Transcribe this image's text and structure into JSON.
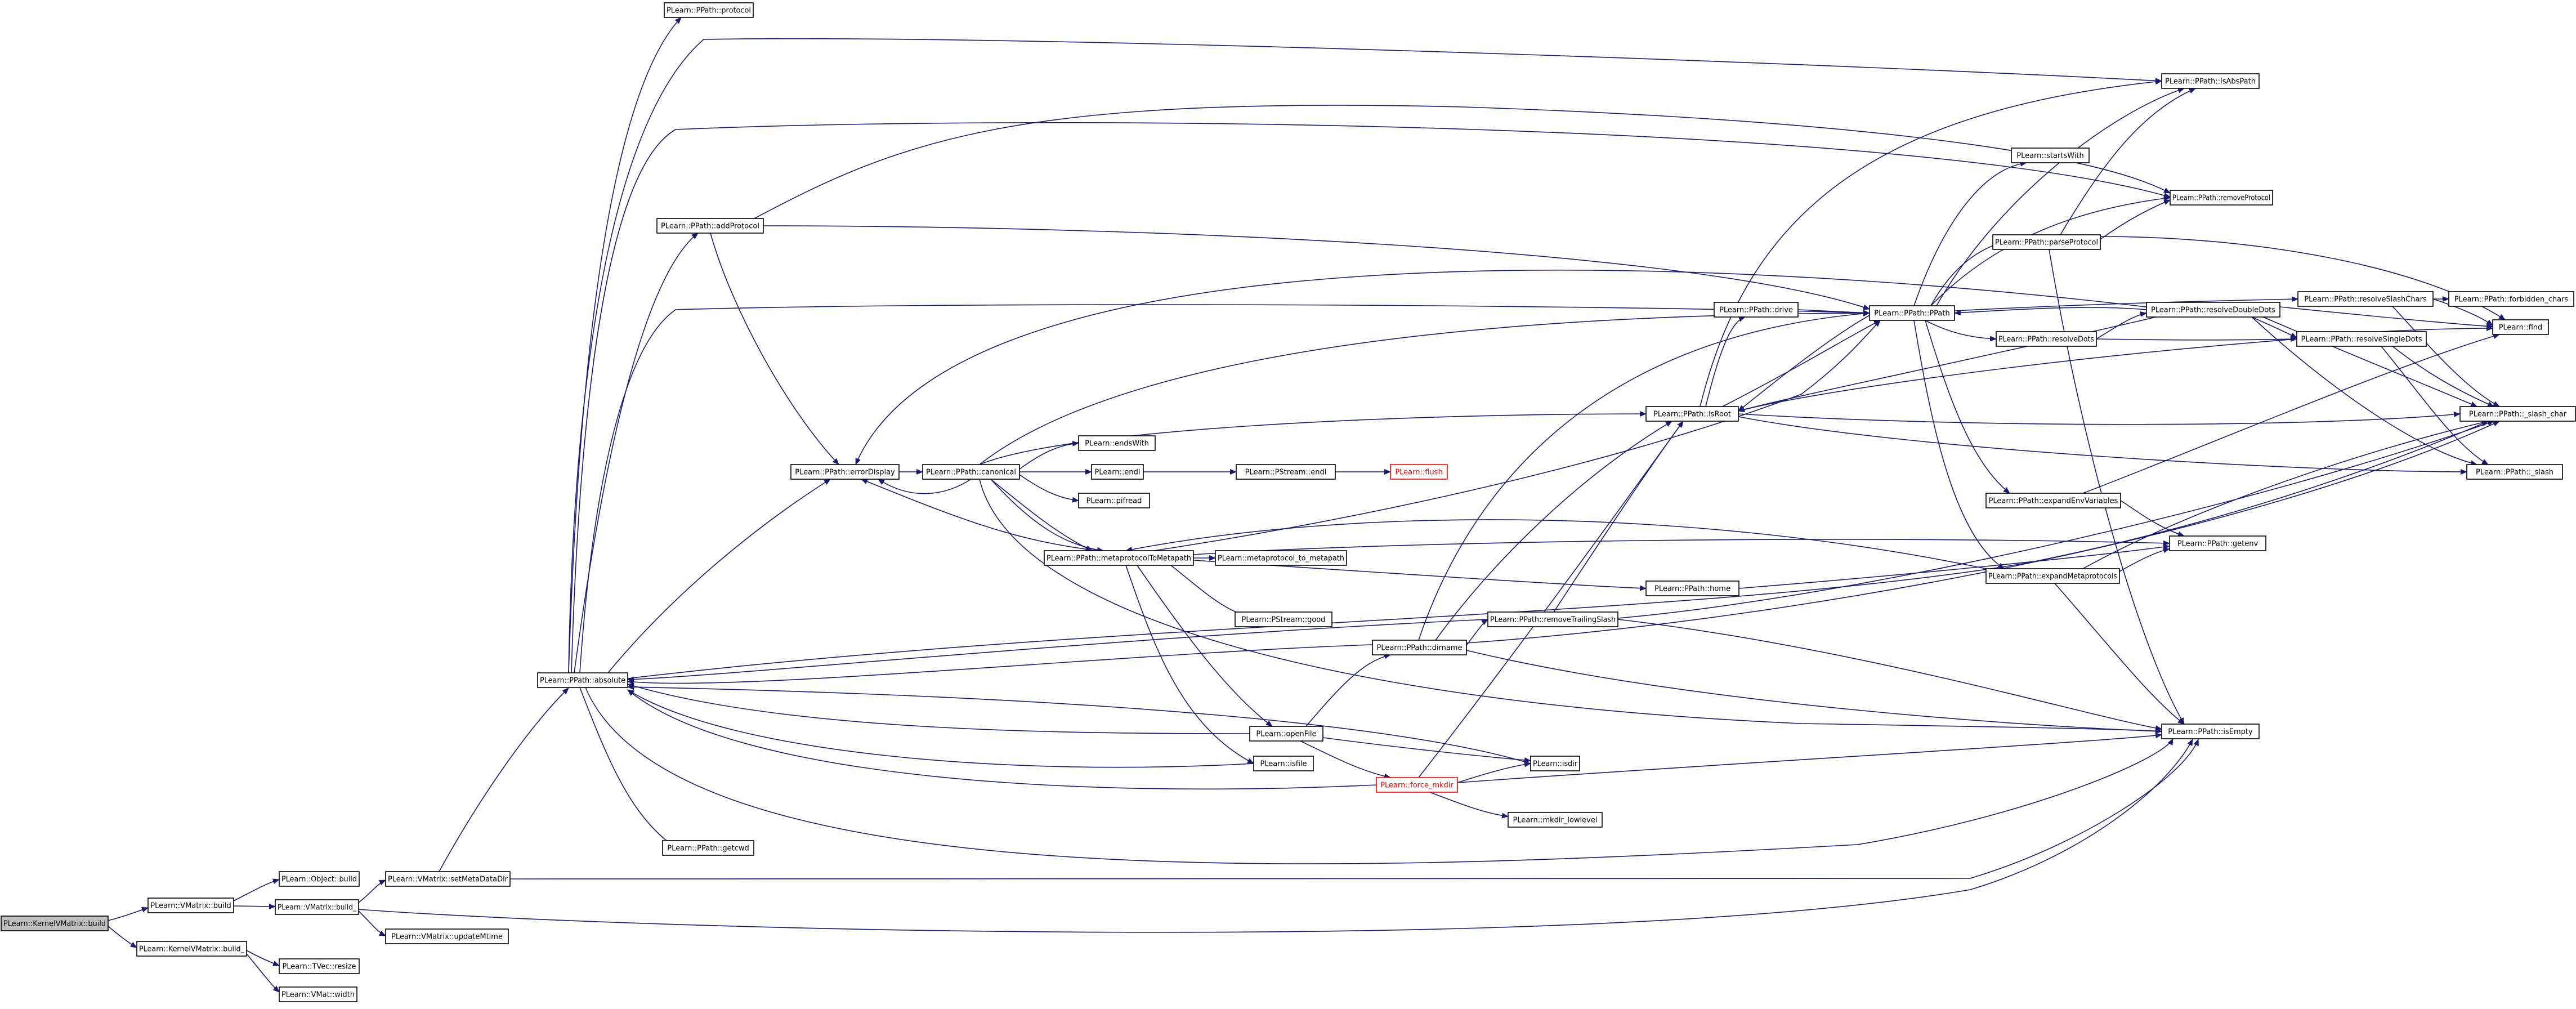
{
  "graph": {
    "nodes": [
      {
        "id": "n1",
        "label": "PLearn::KernelVMatrix::build",
        "style": "root"
      },
      {
        "id": "n2",
        "label": "PLearn::VMatrix::build"
      },
      {
        "id": "n3",
        "label": "PLearn::KernelVMatrix::build_"
      },
      {
        "id": "n4",
        "label": "PLearn::Object::build"
      },
      {
        "id": "n5",
        "label": "PLearn::VMatrix::build_"
      },
      {
        "id": "n6",
        "label": "PLearn::TVec::resize"
      },
      {
        "id": "n7",
        "label": "PLearn::VMat::width"
      },
      {
        "id": "n8",
        "label": "PLearn::VMatrix::setMetaDataDir"
      },
      {
        "id": "n9",
        "label": "PLearn::VMatrix::updateMtime"
      },
      {
        "id": "n10",
        "label": "PLearn::PPath::absolute"
      },
      {
        "id": "n11",
        "label": "PLearn::PPath::protocol"
      },
      {
        "id": "n12",
        "label": "PLearn::PPath::addProtocol"
      },
      {
        "id": "n13",
        "label": "PLearn::PPath::errorDisplay"
      },
      {
        "id": "n14",
        "label": "PLearn::PPath::getcwd"
      },
      {
        "id": "n15",
        "label": "PLearn::PPath::canonical"
      },
      {
        "id": "n16",
        "label": "PLearn::endsWith"
      },
      {
        "id": "n17",
        "label": "PLearn::endl"
      },
      {
        "id": "n18",
        "label": "PLearn::pifread"
      },
      {
        "id": "n19",
        "label": "PLearn::PPath::metaprotocolToMetapath"
      },
      {
        "id": "n20",
        "label": "PLearn::PStream::endl"
      },
      {
        "id": "n21",
        "label": "PLearn::flush",
        "style": "red"
      },
      {
        "id": "n22",
        "label": "PLearn::metaprotocol_to_metapath"
      },
      {
        "id": "n23",
        "label": "PLearn::PStream::good"
      },
      {
        "id": "n24",
        "label": "PLearn::openFile"
      },
      {
        "id": "n25",
        "label": "PLearn::isfile"
      },
      {
        "id": "n26",
        "label": "PLearn::PPath::dirname"
      },
      {
        "id": "n27",
        "label": "PLearn::force_mkdir",
        "style": "red"
      },
      {
        "id": "n28",
        "label": "PLearn::isdir"
      },
      {
        "id": "n29",
        "label": "PLearn::mkdir_lowlevel"
      },
      {
        "id": "n30",
        "label": "PLearn::PPath::removeTrailingSlash"
      },
      {
        "id": "n31",
        "label": "PLearn::PPath::home"
      },
      {
        "id": "n32",
        "label": "PLearn::PPath::isRoot"
      },
      {
        "id": "n33",
        "label": "PLearn::PPath::drive"
      },
      {
        "id": "n34",
        "label": "PLearn::PPath::PPath"
      },
      {
        "id": "n35",
        "label": "PLearn::startsWith"
      },
      {
        "id": "n36",
        "label": "PLearn::PPath::isAbsPath"
      },
      {
        "id": "n37",
        "label": "PLearn::PPath::removeProtocol"
      },
      {
        "id": "n38",
        "label": "PLearn::PPath::parseProtocol"
      },
      {
        "id": "n39",
        "label": "PLearn::PPath::resolveSlashChars"
      },
      {
        "id": "n40",
        "label": "PLearn::PPath::forbidden_chars"
      },
      {
        "id": "n41",
        "label": "PLearn::find"
      },
      {
        "id": "n42",
        "label": "PLearn::PPath::resolveDoubleDots"
      },
      {
        "id": "n43",
        "label": "PLearn::PPath::resolveDots"
      },
      {
        "id": "n44",
        "label": "PLearn::PPath::resolveSingleDots"
      },
      {
        "id": "n45",
        "label": "PLearn::PPath::_slash_char"
      },
      {
        "id": "n46",
        "label": "PLearn::PPath::_slash"
      },
      {
        "id": "n47",
        "label": "PLearn::PPath::expandEnvVariables"
      },
      {
        "id": "n48",
        "label": "PLearn::PPath::expandMetaprotocols"
      },
      {
        "id": "n49",
        "label": "PLearn::PPath::getenv"
      },
      {
        "id": "n50",
        "label": "PLearn::PPath::isEmpty"
      }
    ]
  }
}
